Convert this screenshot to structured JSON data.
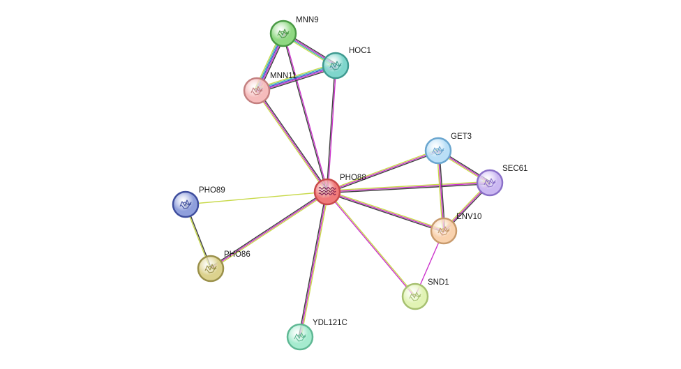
{
  "network": {
    "nodes": [
      {
        "id": "PHO88",
        "label": "PHO88",
        "color": "#f07a7a",
        "border": "#c84a4a",
        "glyph": "helix-bundle"
      },
      {
        "id": "MNN9",
        "label": "MNN9",
        "color": "#8fd882",
        "border": "#4a9a45",
        "glyph": "protein-fold"
      },
      {
        "id": "HOC1",
        "label": "HOC1",
        "color": "#7fd6cc",
        "border": "#3f9a90",
        "glyph": "protein-fold"
      },
      {
        "id": "MNN11",
        "label": "MNN11",
        "color": "#f6bcbc",
        "border": "#c48080",
        "glyph": "protein-fold"
      },
      {
        "id": "GET3",
        "label": "GET3",
        "color": "#b9dff7",
        "border": "#6aa6cf",
        "glyph": "protein-fold"
      },
      {
        "id": "SEC61",
        "label": "SEC61",
        "color": "#cbb8f2",
        "border": "#8a70c8",
        "glyph": "protein-fold"
      },
      {
        "id": "ENV10",
        "label": "ENV10",
        "color": "#f9d2ae",
        "border": "#c89a6c",
        "glyph": "protein-fold"
      },
      {
        "id": "SND1",
        "label": "SND1",
        "color": "#e1f3b4",
        "border": "#a6c070",
        "glyph": "protein-fold"
      },
      {
        "id": "PHO89",
        "label": "PHO89",
        "color": "#8f9fdc",
        "border": "#3f4e9e",
        "glyph": "protein-fold"
      },
      {
        "id": "PHO86",
        "label": "PHO86",
        "color": "#dcd28e",
        "border": "#9a904a",
        "glyph": "protein-fold"
      },
      {
        "id": "YDL121C",
        "label": "YDL121C",
        "color": "#a6ebcf",
        "border": "#5fb894",
        "glyph": "protein-fold"
      }
    ],
    "edges": [
      {
        "source": "PHO88",
        "target": "MNN9",
        "evidence": [
          "#404040",
          "#cc33cc"
        ]
      },
      {
        "source": "PHO88",
        "target": "HOC1",
        "evidence": [
          "#404040",
          "#cc33cc"
        ]
      },
      {
        "source": "PHO88",
        "target": "MNN11",
        "evidence": [
          "#c8d94a",
          "#cc33cc",
          "#404040"
        ]
      },
      {
        "source": "PHO88",
        "target": "GET3",
        "evidence": [
          "#c8d94a",
          "#cc33cc",
          "#404040"
        ]
      },
      {
        "source": "PHO88",
        "target": "SEC61",
        "evidence": [
          "#c8d94a",
          "#cc33cc",
          "#404040"
        ]
      },
      {
        "source": "PHO88",
        "target": "ENV10",
        "evidence": [
          "#c8d94a",
          "#cc33cc",
          "#404040"
        ]
      },
      {
        "source": "PHO88",
        "target": "SND1",
        "evidence": [
          "#c8d94a",
          "#cc33cc"
        ]
      },
      {
        "source": "PHO88",
        "target": "PHO89",
        "evidence": [
          "#c8d94a"
        ]
      },
      {
        "source": "PHO88",
        "target": "PHO86",
        "evidence": [
          "#c8d94a",
          "#cc33cc",
          "#404040"
        ]
      },
      {
        "source": "PHO88",
        "target": "YDL121C",
        "evidence": [
          "#c8d94a",
          "#cc33cc",
          "#404040"
        ]
      },
      {
        "source": "MNN9",
        "target": "HOC1",
        "evidence": [
          "#404040",
          "#cc33cc",
          "#3fb8b0",
          "#c8d94a"
        ]
      },
      {
        "source": "MNN9",
        "target": "MNN11",
        "evidence": [
          "#404040",
          "#cc33cc",
          "#3f52d0",
          "#3fb8b0",
          "#c8d94a"
        ]
      },
      {
        "source": "HOC1",
        "target": "MNN11",
        "evidence": [
          "#404040",
          "#cc33cc",
          "#3f52d0",
          "#3fb8b0",
          "#c8d94a"
        ]
      },
      {
        "source": "GET3",
        "target": "SEC61",
        "evidence": [
          "#404040",
          "#cc33cc",
          "#c8d94a"
        ]
      },
      {
        "source": "GET3",
        "target": "ENV10",
        "evidence": [
          "#404040",
          "#cc33cc",
          "#c8d94a"
        ]
      },
      {
        "source": "SEC61",
        "target": "ENV10",
        "evidence": [
          "#404040",
          "#cc33cc",
          "#c8d94a"
        ]
      },
      {
        "source": "ENV10",
        "target": "SND1",
        "evidence": [
          "#cc33cc"
        ]
      },
      {
        "source": "PHO89",
        "target": "PHO86",
        "evidence": [
          "#404040",
          "#c8d94a"
        ]
      }
    ]
  }
}
